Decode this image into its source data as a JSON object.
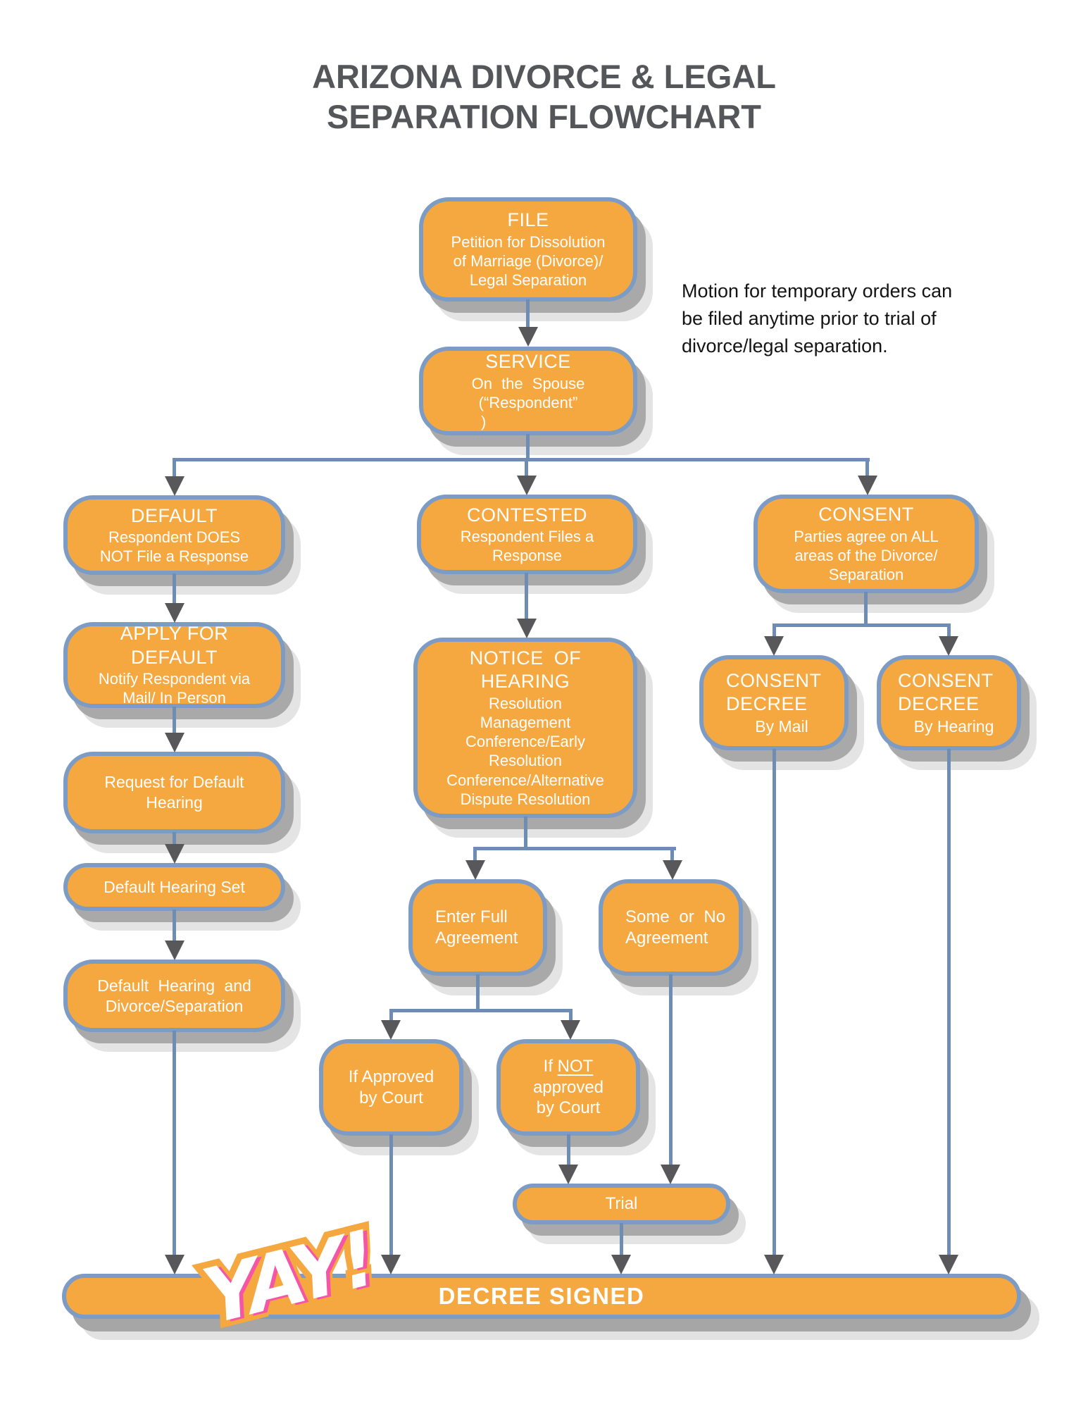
{
  "title": {
    "line1": "ARIZONA DIVORCE & LEGAL",
    "line2": "SEPARATION FLOWCHART"
  },
  "note": {
    "text": "Motion for temporary orders can be filed anytime prior to trial of divorce/legal separation."
  },
  "nodes": {
    "file": {
      "title": "FILE",
      "lines": [
        "Petition for Dissolution",
        "of Marriage (Divorce)/",
        "Legal Separation"
      ]
    },
    "service": {
      "title": "SERVICE",
      "lines": [
        "On the Spouse",
        "(“Respondent”",
        ")"
      ]
    },
    "default": {
      "title": "DEFAULT",
      "lines": [
        "Respondent DOES",
        "NOT File a Response"
      ]
    },
    "apply": {
      "title1": "APPLY FOR",
      "title2": "DEFAULT",
      "lines": [
        "Notify Respondent via",
        "Mail/ In Person"
      ]
    },
    "request": {
      "lines": [
        "Request for Default",
        "Hearing"
      ]
    },
    "hearing_set": {
      "label": "Default Hearing Set"
    },
    "default_hearing": {
      "lines": [
        "Default Hearing and",
        "Divorce/Separation"
      ]
    },
    "contested": {
      "title": "CONTESTED",
      "lines": [
        "Respondent Files a",
        "Response"
      ]
    },
    "notice": {
      "title1": "NOTICE OF",
      "title2": "HEARING",
      "lines": [
        "Resolution",
        "Management",
        "Conference/Early",
        "Resolution",
        "Conference/Alternative",
        "Dispute Resolution"
      ]
    },
    "enter_full": {
      "lines": [
        "Enter Full",
        "Agreement"
      ]
    },
    "some_no": {
      "lines": [
        "Some or No",
        "Agreement"
      ]
    },
    "if_approved": {
      "lines": [
        "If Approved",
        "by Court"
      ]
    },
    "if_not": {
      "pre": "If",
      "not": "NOT",
      "lines": [
        "approved",
        "by Court"
      ]
    },
    "trial": {
      "label": "Trial"
    },
    "consent": {
      "title": "CONSENT",
      "lines": [
        "Parties agree on ALL",
        "areas of the Divorce/",
        "Separation"
      ]
    },
    "decree_mail": {
      "title1": "CONSENT",
      "title2": "DECREE",
      "line": "By Mail"
    },
    "decree_hearing": {
      "title1": "CONSENT",
      "title2": "DECREE",
      "line": "By Hearing"
    },
    "decree_bar": {
      "label": "DECREE SIGNED"
    }
  },
  "yay": {
    "label": "YAY!"
  },
  "colors": {
    "box_fill": "#F6A840",
    "box_border": "#7C9CC6",
    "connector": "#6F8DB4",
    "arrowhead": "#58585A",
    "title_text": "#55565A",
    "box_text": "#FFFFFF",
    "yay_accent": "#F655A5",
    "shadow_dark": "#A9A9A9",
    "shadow_light": "#E4E4E4"
  }
}
